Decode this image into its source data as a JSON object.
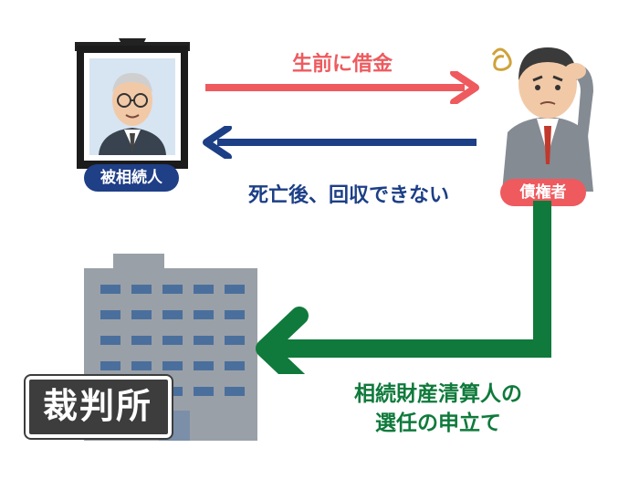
{
  "labels": {
    "deceased": "被相続人",
    "creditor": "債権者",
    "court": "裁判所",
    "arrow_top": "生前に借金",
    "arrow_bottom": "死亡後、回収できない",
    "arrow_green_line1": "相続財産清算人の",
    "arrow_green_line2": "選任の申立て"
  },
  "colors": {
    "arrow_top": "#ee5a5e",
    "arrow_bottom": "#1c3f86",
    "arrow_green": "#0f7a3b",
    "pill_deceased": "#1f3f86",
    "pill_creditor": "#ee5a5e",
    "court_sign": "#3d3d3d",
    "building": "#9aa0a8",
    "window": "#4a6f9c"
  },
  "icons": {
    "portrait": "memorial-portrait-icon",
    "creditor": "worried-man-icon",
    "building": "court-building-icon"
  }
}
